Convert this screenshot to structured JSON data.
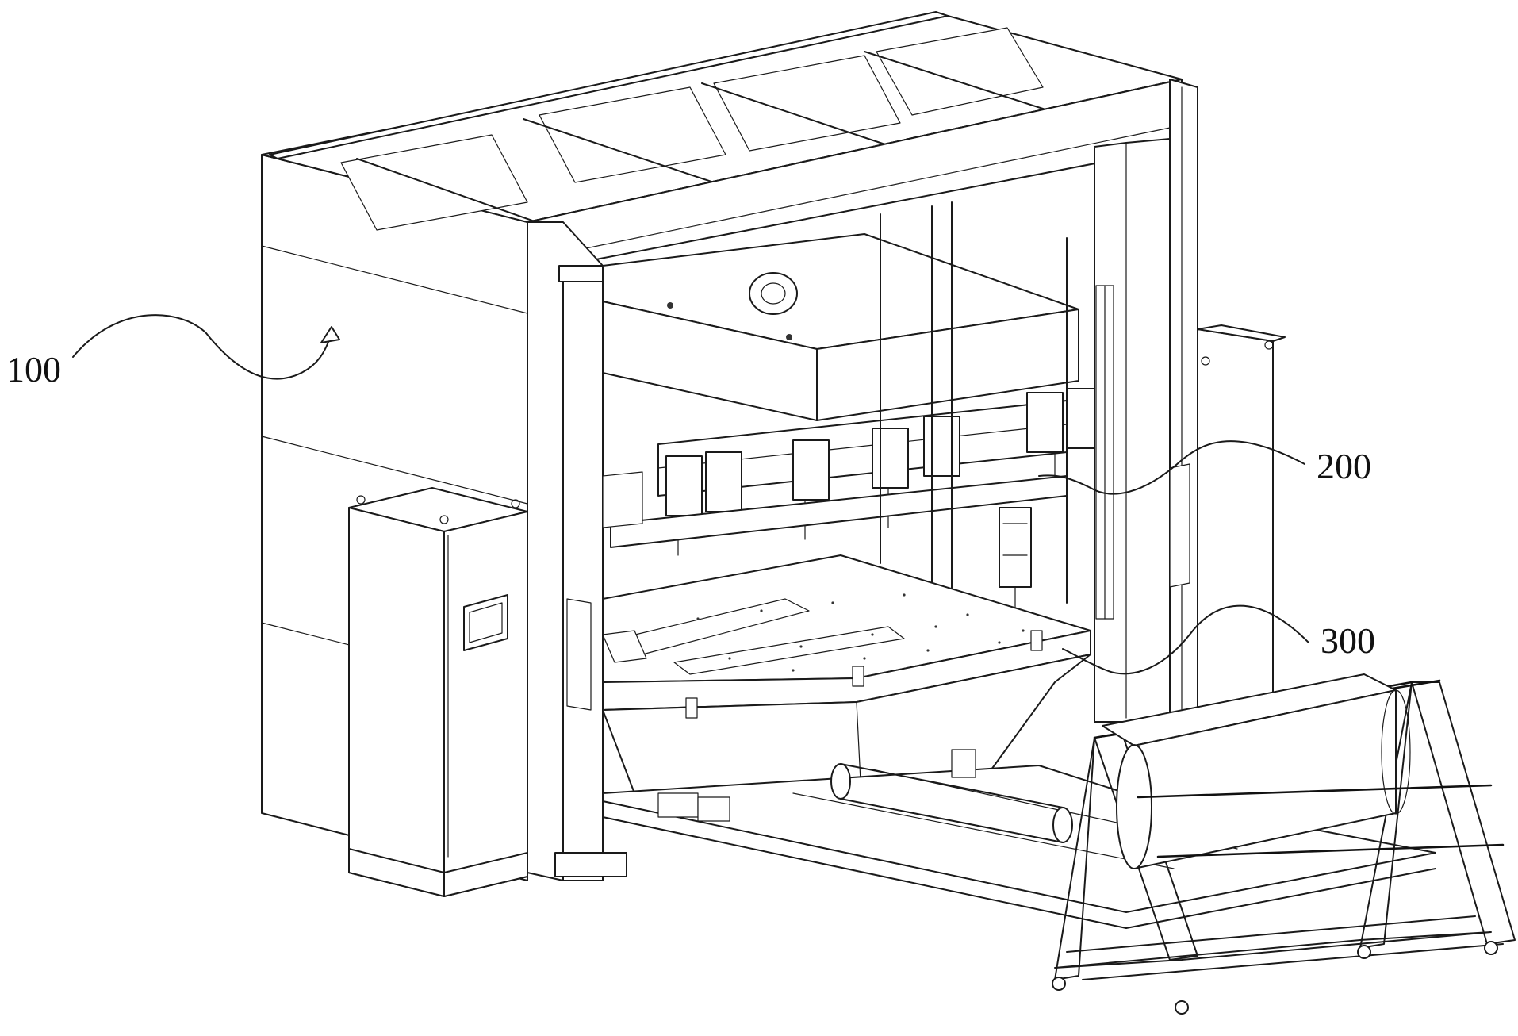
{
  "figure": {
    "labels": [
      {
        "id": "100",
        "text": "100"
      },
      {
        "id": "200",
        "text": "200"
      },
      {
        "id": "300",
        "text": "300"
      }
    ]
  }
}
